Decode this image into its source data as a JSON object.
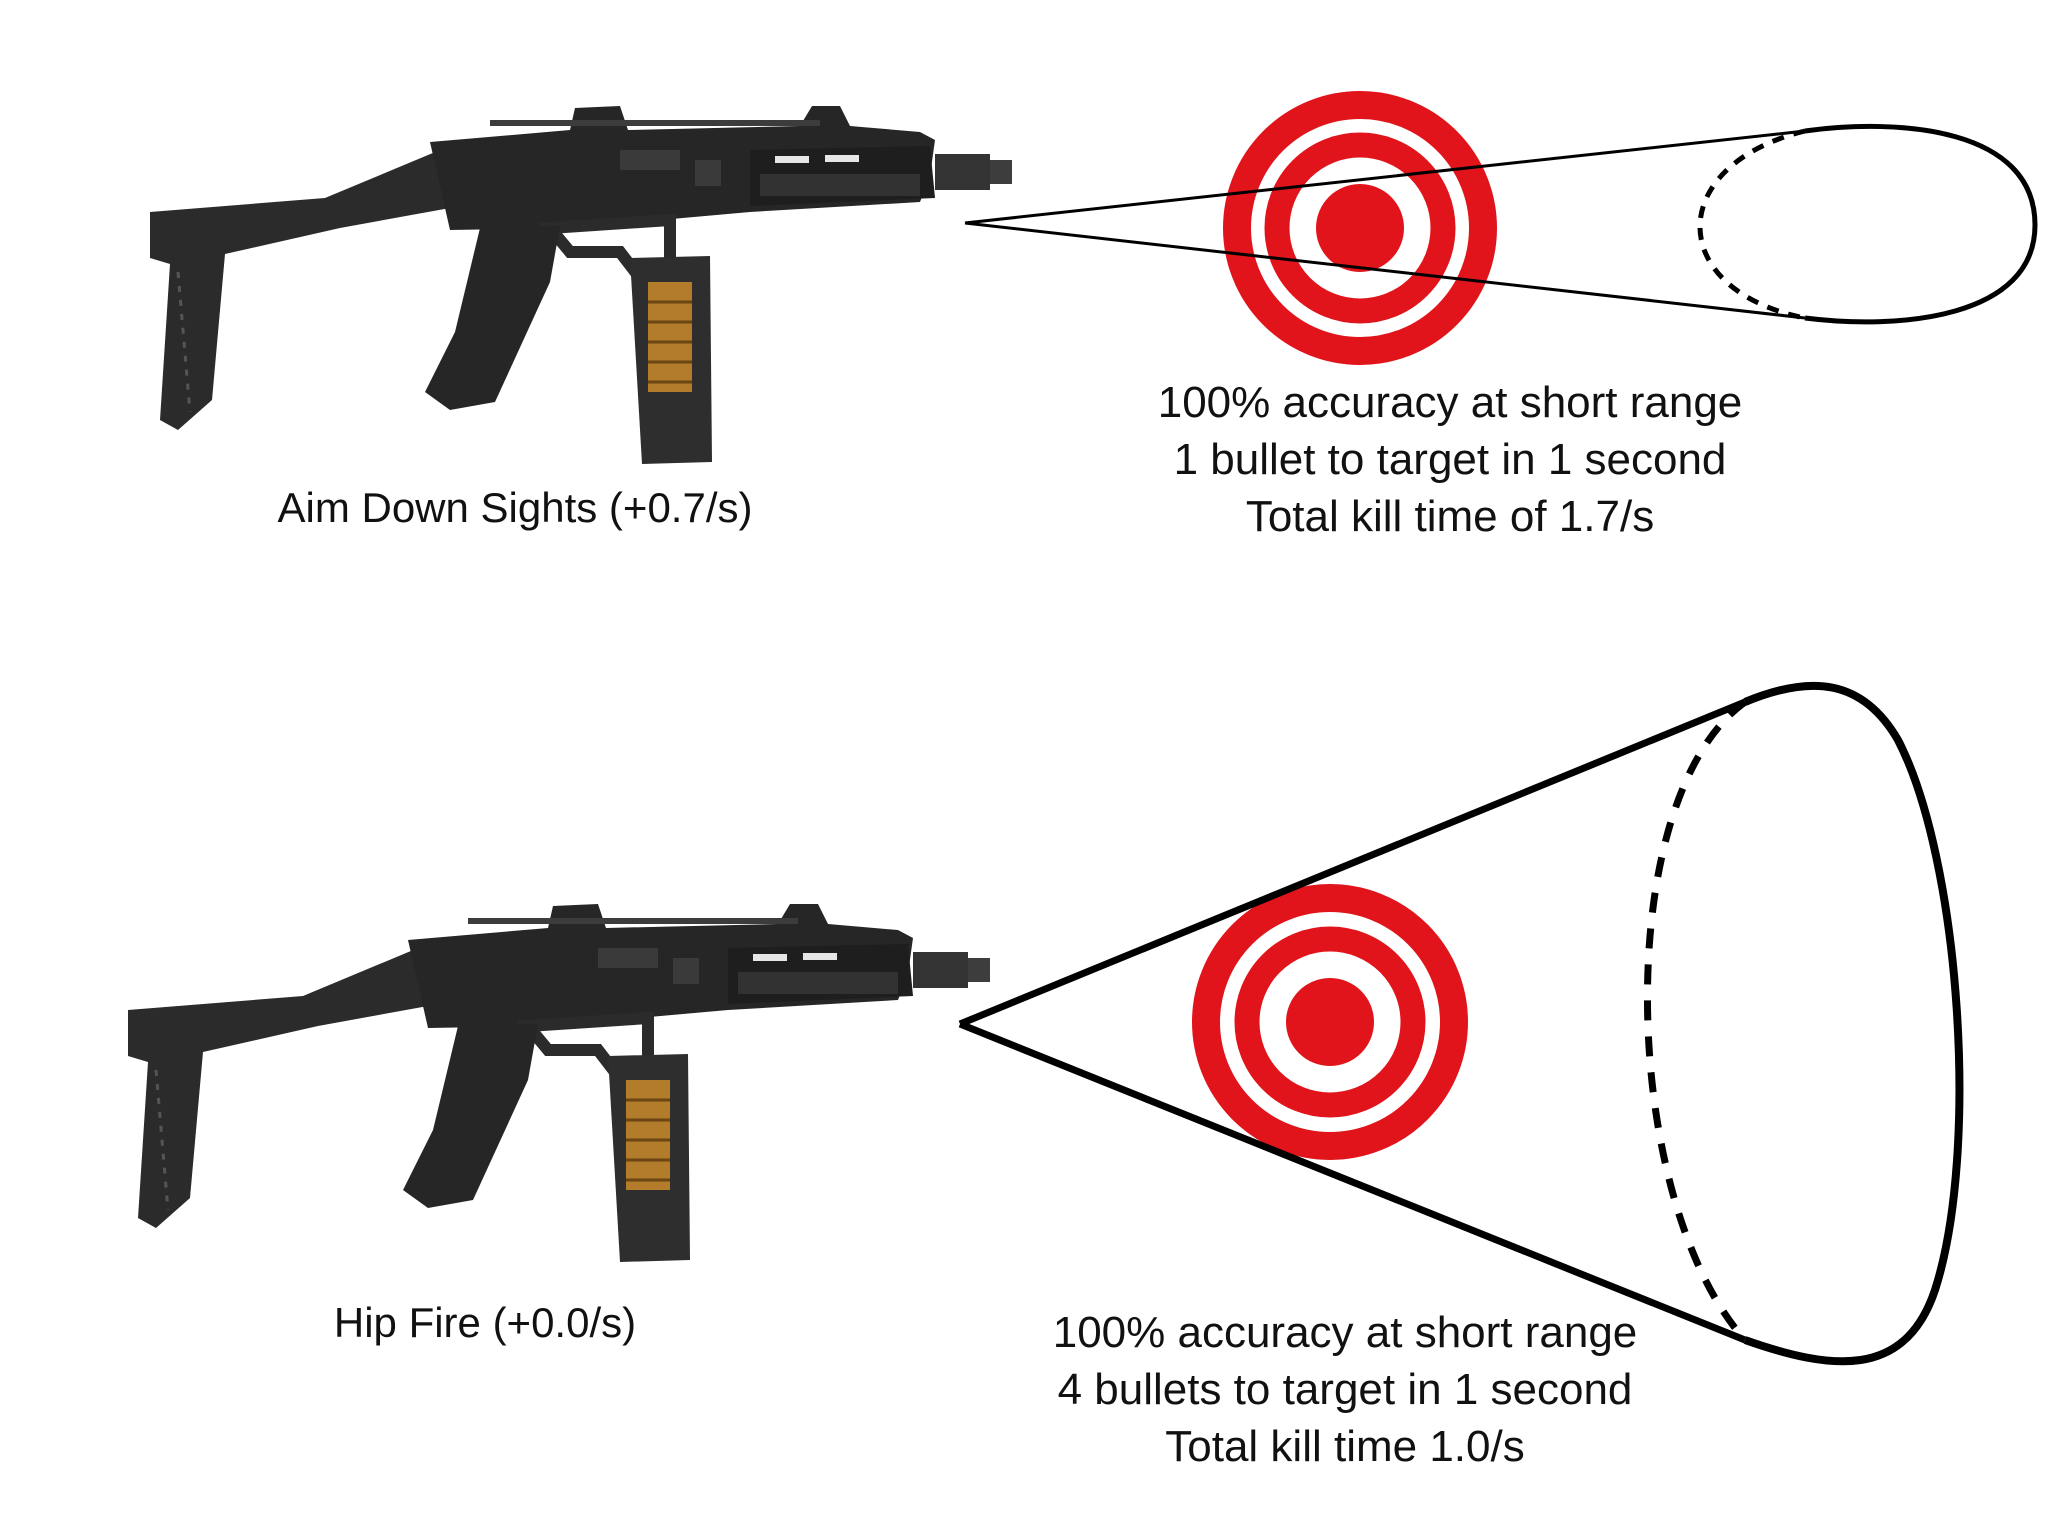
{
  "sections": [
    {
      "mode_label": "Aim Down Sights (+0.7/s)",
      "stats": [
        "100% accuracy at short range",
        "1 bullet to target in 1 second",
        "Total kill time of 1.7/s"
      ]
    },
    {
      "mode_label": "Hip Fire (+0.0/s)",
      "stats": [
        "100% accuracy at short range",
        "4 bullets to target in 1 second",
        "Total kill time 1.0/s"
      ]
    }
  ],
  "colors": {
    "target_red": "#e0141a",
    "outline": "#000000",
    "weapon_body": "#2b2b2b",
    "magazine_window": "#c98a2a"
  },
  "icons": {
    "weapon": "submachine-gun-icon",
    "target": "bullseye-target-icon"
  }
}
